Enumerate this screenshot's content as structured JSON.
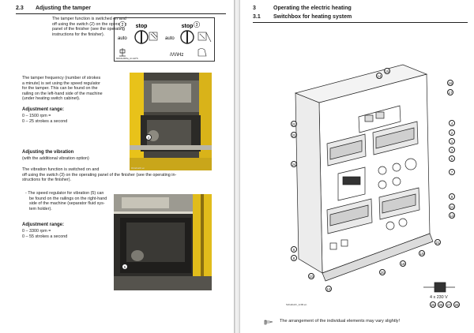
{
  "left": {
    "section_num": "2.3",
    "section_title": "Adjusting the tamper",
    "p1": [
      "The tamper function is switched on and",
      "off using the switch (2) on the operating",
      "panel of the finisher (see the operating",
      "instructions for the finisher)."
    ],
    "fig1": {
      "c_left": "2",
      "c_right": "3",
      "stop": "stop",
      "auto": "auto",
      "hz": "/\\/\\/\\Hz",
      "fname": "600dw008a_A1.EPS"
    },
    "p2": [
      "The tamper frequency (number of strokes",
      "a minute) is set using the speed regulator",
      "for the tamper. This can be found on the",
      "railing on the left-hand side of the machine",
      "(under heating switch cabinet)."
    ],
    "adj_label": "Adjustment range:",
    "adj1": [
      "0 – 1500 rpm =",
      "0 – 25 strokes a second"
    ],
    "photo1": {
      "callout": "4",
      "fname": "Db4d/a00.en"
    },
    "vib_title": "Adjusting the vibration",
    "vib_sub": "(with the additional vibration option)",
    "p3a": "The vibration function is switched on and",
    "p3b": "off using the switch (3) on the operating panel of the finisher (see the operating in-",
    "p3c": "structions for the finisher).",
    "bullet": [
      "- The speed regulator for vibration (5) can",
      "be found on the railings on the right-hand",
      "side of the machine (separator fluid sys-",
      "tem holder)."
    ],
    "adj2": [
      "0 – 3300 rpm =",
      "0 – 55 strokes a second"
    ],
    "photo2": {
      "callout": "5"
    }
  },
  "right": {
    "chapter_num": "3",
    "chapter_title": "Operating the electric heating",
    "section_num": "3.1",
    "section_title": "Switchbox for heating system",
    "callouts": [
      "15",
      "14",
      "16",
      "17",
      "22",
      "23",
      "4",
      "2",
      "1",
      "3",
      "5",
      "24",
      "7",
      "9",
      "11",
      "13",
      "6",
      "8",
      "21",
      "19",
      "18",
      "20",
      "10",
      "12"
    ],
    "voltage": "4 x 230 V",
    "bottom_callouts": [
      "25",
      "26",
      "27",
      "28"
    ],
    "fname": "Schaltschr_1c00.en",
    "note": "The arrangement of the individual elements may vary slightly!"
  },
  "colors": {
    "machine_yellow": "#e8c21a",
    "metal_gray": "#6f6f6f"
  }
}
